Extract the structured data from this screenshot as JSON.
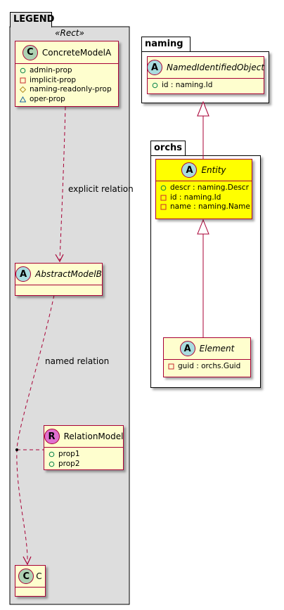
{
  "packages": {
    "legend": {
      "name": "LEGEND",
      "stereotype": "«Rect»"
    },
    "naming": {
      "name": "naming"
    },
    "orchs": {
      "name": "orchs"
    }
  },
  "classes": {
    "concrete_model_a": {
      "kind": "C",
      "name": "ConcreteModelA",
      "attributes": [
        {
          "visibility": "public",
          "text": "admin-prop"
        },
        {
          "visibility": "private",
          "text": "implicit-prop"
        },
        {
          "visibility": "protected",
          "text": "naming-readonly-prop"
        },
        {
          "visibility": "package",
          "text": "oper-prop"
        }
      ]
    },
    "abstract_model_b": {
      "kind": "A",
      "name": "AbstractModelB"
    },
    "relation_model": {
      "kind": "R",
      "name": "RelationModel",
      "attributes": [
        {
          "visibility": "public",
          "text": "prop1"
        },
        {
          "visibility": "public",
          "text": "prop2"
        }
      ]
    },
    "c": {
      "kind": "C",
      "name": "C"
    },
    "named_identified_object": {
      "kind": "A",
      "name": "NamedIdentifiedObject",
      "attributes": [
        {
          "visibility": "public",
          "text": "id : naming.Id"
        }
      ]
    },
    "entity": {
      "kind": "A",
      "name": "Entity",
      "attributes": [
        {
          "visibility": "public",
          "text": "descr : naming.Descr"
        },
        {
          "visibility": "private",
          "text": "id : naming.Id"
        },
        {
          "visibility": "private",
          "text": "name : naming.Name"
        }
      ]
    },
    "element": {
      "kind": "A",
      "name": "Element",
      "attributes": [
        {
          "visibility": "private",
          "text": "guid : orchs.Guid"
        }
      ]
    }
  },
  "relations": {
    "explicit": {
      "label": "explicit relation"
    },
    "named": {
      "label": "named relation"
    }
  },
  "colors": {
    "class_fill": "#fefece",
    "class_border": "#a80036",
    "highlight_fill": "#ffff00",
    "legend_fill": "#dddddd",
    "edge": "#a80036",
    "abstract_badge": "#a9dcdf",
    "concrete_badge": "#add1b2",
    "relation_badge": "#e070d0"
  }
}
